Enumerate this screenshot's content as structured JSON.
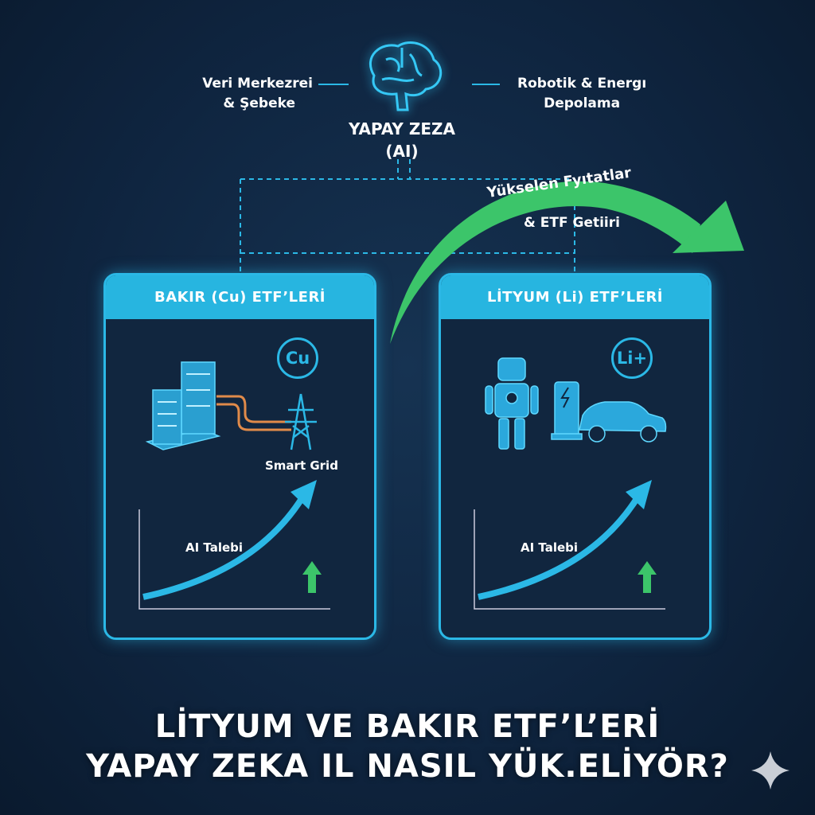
{
  "center": {
    "title": "YAPAY ZEZA",
    "subtitle": "(AI)",
    "icon": "brain-icon"
  },
  "left_node": {
    "line1": "Veri Merkezrei",
    "line2": "& Şebeke"
  },
  "right_node": {
    "line1": "Robotik & Energı",
    "line2": "Depolama"
  },
  "arrow": {
    "line1": "Yükselen Fyıtatlar",
    "line2": "& ETF Getiiri",
    "color": "#3cc56a"
  },
  "cards": [
    {
      "title": "BAKIR (Cu) ETF’LERİ",
      "badge": "Cu",
      "caption": "Smart Grid",
      "chart_label": "AI Talebi"
    },
    {
      "title": "LİTYUM (Li) ETF’LERİ",
      "badge": "Li+",
      "chart_label": "AI Talebi"
    }
  ],
  "footer": {
    "line1": "LİTYUM VE BAKIR ETF’L’ERİ",
    "line2": "YAPAY ZEKA IL NASIL YÜK.ELİYÖR?"
  },
  "colors": {
    "accent": "#2bb8e6",
    "green": "#3cc56a",
    "copper": "#e08a4a",
    "bg": "#0f2540"
  }
}
